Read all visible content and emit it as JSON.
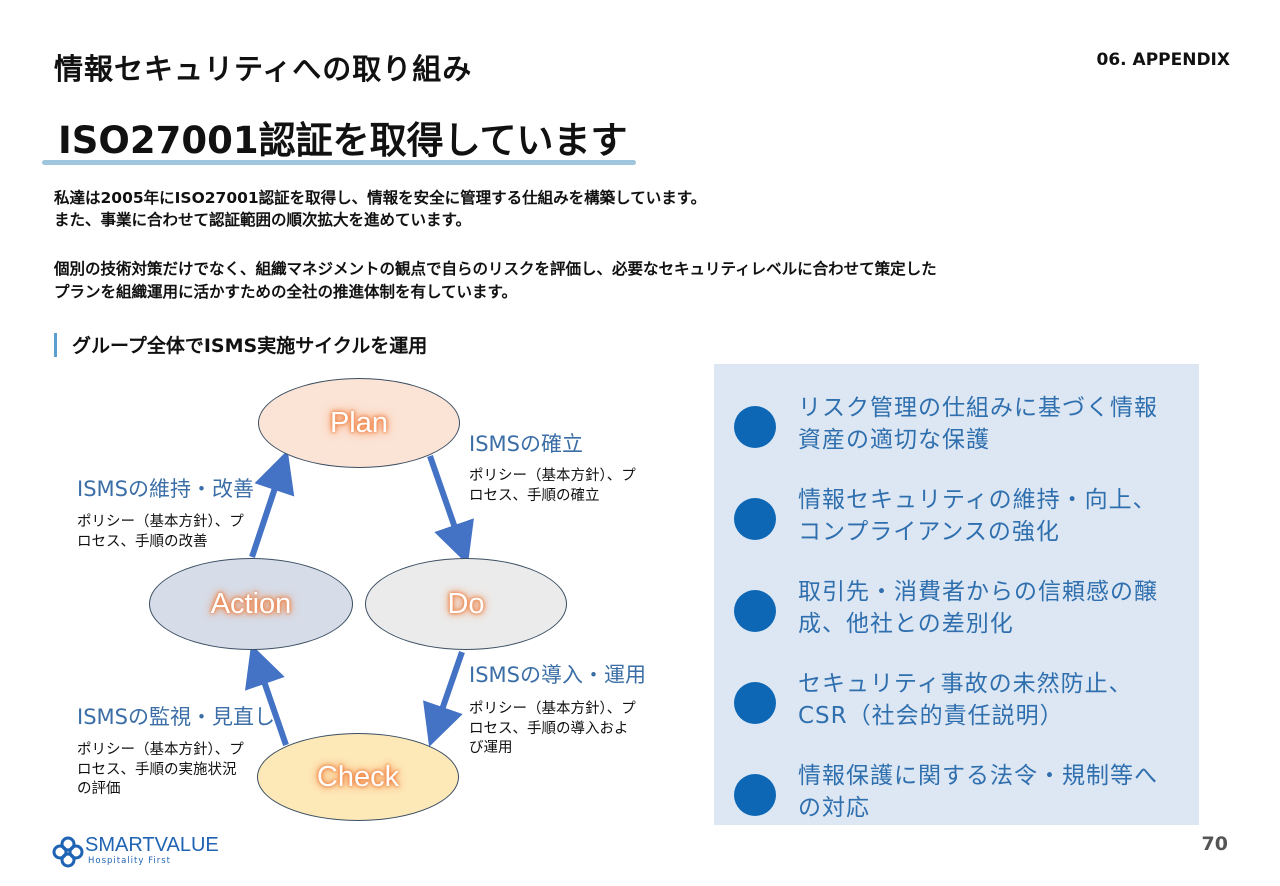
{
  "header": {
    "section_title": "情報セキュリティへの取り組み",
    "appendix_label": "06. APPENDIX"
  },
  "main_title": "ISO27001認証を取得しています",
  "intro": {
    "line1": "私達は2005年にISO27001認証を取得し、情報を安全に管理する仕組みを構築しています。",
    "line2": "また、事業に合わせて認証範囲の順次拡大を進めています。",
    "line3": "個別の技術対策だけでなく、組織マネジメントの観点で自らのリスクを評価し、必要なセキュリティレベルに合わせて策定した",
    "line4": "プランを組織運用に活かすための全社の推進体制を有しています。"
  },
  "subheading": "グループ全体でISMS実施サイクルを運用",
  "cycle": {
    "plan": {
      "label": "Plan",
      "title": "ISMSの確立",
      "desc": "ポリシー（基本方針）、プロセス、手順の確立"
    },
    "do": {
      "label": "Do",
      "title": "ISMSの導入・運用",
      "desc": "ポリシー（基本方針）、プロセス、手順の導入および運用"
    },
    "check": {
      "label": "Check",
      "title": "ISMSの監視・見直し",
      "desc": "ポリシー（基本方針）、プロセス、手順の実施状況の評価"
    },
    "action": {
      "label": "Action",
      "title": "ISMSの維持・改善",
      "desc": "ポリシー（基本方針）、プロセス、手順の改善"
    }
  },
  "benefits": [
    "リスク管理の仕組みに基づく情報資産の適切な保護",
    "情報セキュリティの維持・向上、コンプライアンスの強化",
    "取引先・消費者からの信頼感の醸成、他社との差別化",
    "セキュリティ事故の未然防止、CSR（社会的責任説明）",
    "情報保護に関する法令・規制等への対応"
  ],
  "footer": {
    "logo_name": "SMARTVALUE",
    "logo_tagline": "Hospitality First",
    "page_number": "70"
  },
  "colors": {
    "accent_blue": "#0d67b5",
    "arrow_blue": "#4472c4",
    "panel_bg": "#dde7f3",
    "title_rule": "#9fc6dc"
  }
}
